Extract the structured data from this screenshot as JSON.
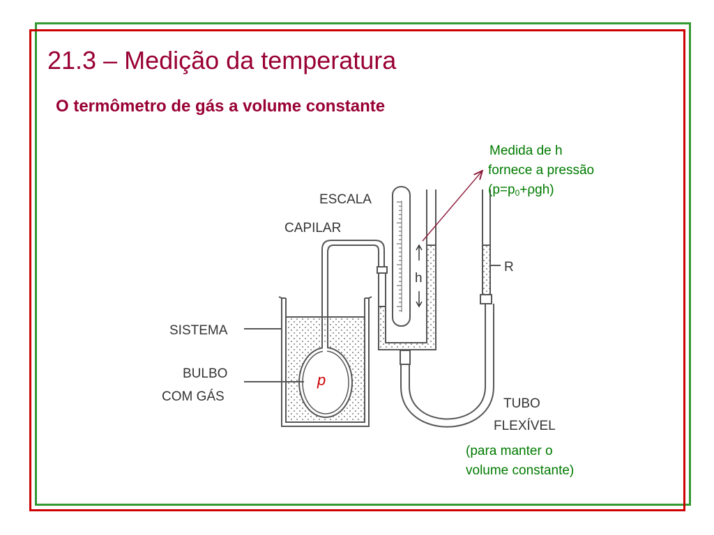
{
  "slide": {
    "title": "21.3 – Medição da temperatura",
    "subtitle": "O termômetro de gás a volume constante"
  },
  "diagram": {
    "labels": {
      "escala": "ESCALA",
      "capilar": "CAPILAR",
      "sistema": "SISTEMA",
      "bulbo": "BULBO",
      "com_gas": "COM GÁS",
      "tubo": "TUBO",
      "flexivel": "FLEXÍVEL",
      "r": "R",
      "h": "h",
      "p": "p"
    }
  },
  "annotations": {
    "pressure": {
      "line1": "Medida de h",
      "line2": "fornece a pressão",
      "formula_prefix": "(p=p",
      "formula_sub": "0",
      "formula_suffix": "+ρgh)"
    },
    "volume": {
      "line1": "(para manter o",
      "line2": "volume constante)"
    }
  },
  "colors": {
    "title": "#990033",
    "annotation": "#007a00",
    "frame_green": "#339933",
    "frame_red": "#cc0000",
    "pressure_symbol": "#cc0000",
    "arrow": "#8b1a3a"
  }
}
